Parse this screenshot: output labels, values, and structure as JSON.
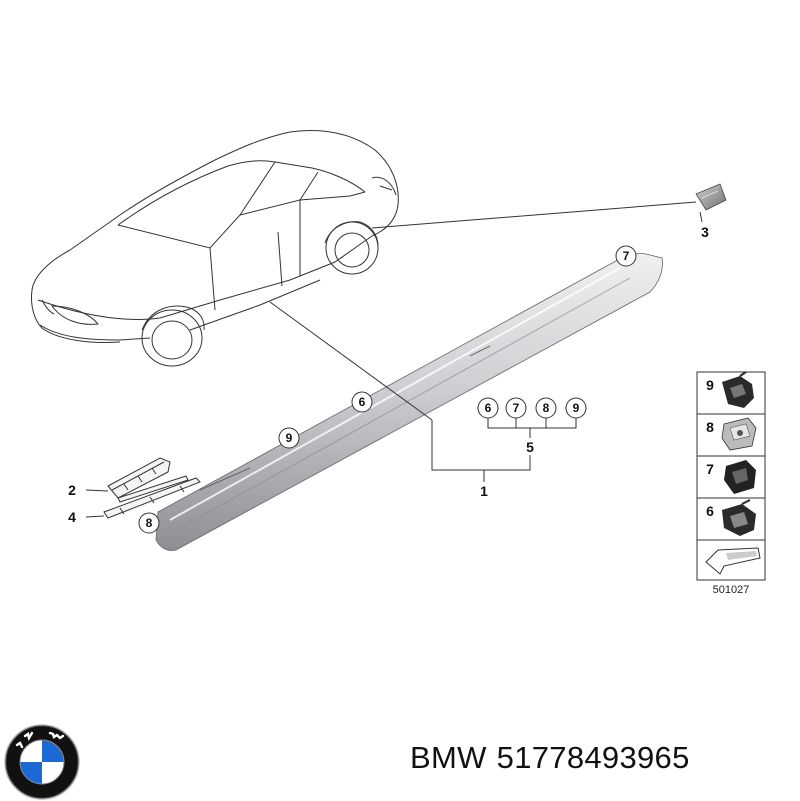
{
  "callouts": {
    "c1": "1",
    "c2": "2",
    "c3": "3",
    "c4": "4",
    "c5": "5",
    "c6": "6",
    "c6b": "6",
    "c7": "7",
    "c7b": "7",
    "c8": "8",
    "c8b": "8",
    "c9": "9",
    "c9b": "9"
  },
  "side_panel": {
    "items": [
      {
        "num": "9",
        "icon": "clip-9-icon"
      },
      {
        "num": "8",
        "icon": "nut-clip-8-icon"
      },
      {
        "num": "7",
        "icon": "clip-7-icon"
      },
      {
        "num": "6",
        "icon": "clip-6-icon"
      }
    ],
    "drawing_code": "501027"
  },
  "caption": {
    "brand": "BMW",
    "part_number": "51778493965"
  },
  "colors": {
    "line": "#333333",
    "sill_light": "#e4e4e6",
    "sill_dark": "#9a9a9e",
    "bmw_blue": "#1c69d4",
    "bmw_ring": "#111111"
  }
}
